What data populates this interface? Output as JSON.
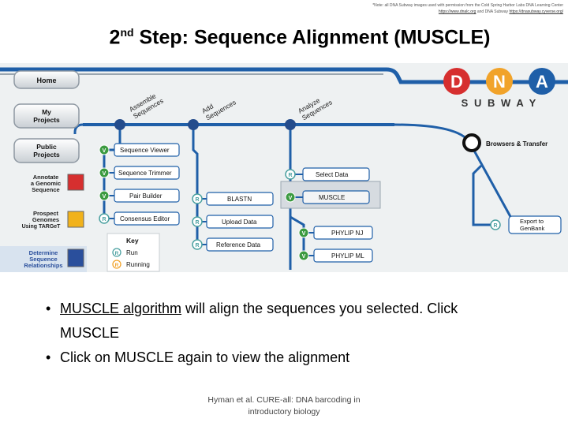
{
  "attribution": {
    "line1": "*Note: all DNA Subway images used with permission from the Cold Spring Harbor Labs DNA Learning Center",
    "link1": "https://www.dnalc.org",
    "mid": "and DNA Subway",
    "link2": "https://dnasubway.cyverse.org/"
  },
  "title": {
    "ordinal": "2",
    "suffix": "nd",
    "rest": " Step: Sequence Alignment (MUSCLE)"
  },
  "subway": {
    "logo_letters": [
      "D",
      "N",
      "A"
    ],
    "logo_word": "S U B W A Y",
    "nav": {
      "home": "Home",
      "my_projects": [
        "My",
        "Projects"
      ],
      "public_projects": [
        "Public",
        "Projects"
      ]
    },
    "lines": [
      {
        "lines": [
          "Annotate",
          "a Genomic",
          "Sequence"
        ],
        "color": "#d62f2f"
      },
      {
        "lines": [
          "Prospect",
          "Genomes",
          "Using TARGeT"
        ],
        "color": "#f1b21b"
      },
      {
        "lines": [
          "Determine",
          "Sequence",
          "Relationships"
        ],
        "color": "#2a4f9c"
      }
    ],
    "stations": {
      "assemble": [
        "Assemble",
        "Sequences"
      ],
      "add": [
        "Add",
        "Sequences"
      ],
      "analyze": [
        "Analyze",
        "Sequences"
      ]
    },
    "tools": {
      "sequence_viewer": "Sequence Viewer",
      "sequence_trimmer": "Sequence Trimmer",
      "pair_builder": "Pair Builder",
      "consensus_editor": "Consensus Editor",
      "blastn": "BLASTN",
      "upload_data": "Upload Data",
      "reference_data": "Reference Data",
      "select_data": "Select Data",
      "muscle": "MUSCLE",
      "phylip_nj": "PHYLIP NJ",
      "phylip_ml": "PHYLIP ML",
      "browsers_transfer": "Browsers & Transfer",
      "export": [
        "Export to",
        "GenBank"
      ]
    },
    "key": {
      "title": "Key",
      "run_letter": "R",
      "run": "Run",
      "running_letter": "R",
      "running": "Running"
    },
    "status_v": "V",
    "status_r": "R",
    "colors": {
      "rail": "#1f5fa8",
      "station": "#244c8c",
      "done": "#3b9a40",
      "run": "#4aa0a0",
      "running": "#f1a32a"
    }
  },
  "bullets": [
    {
      "underlined": "MUSCLE algorithm",
      "rest": " will align the sequences you selected. Click",
      "cont": "MUSCLE"
    },
    {
      "text": "Click on MUSCLE again to view the alignment"
    }
  ],
  "footer": [
    "Hyman et al. CURE-all: DNA barcoding in",
    "introductory biology"
  ]
}
